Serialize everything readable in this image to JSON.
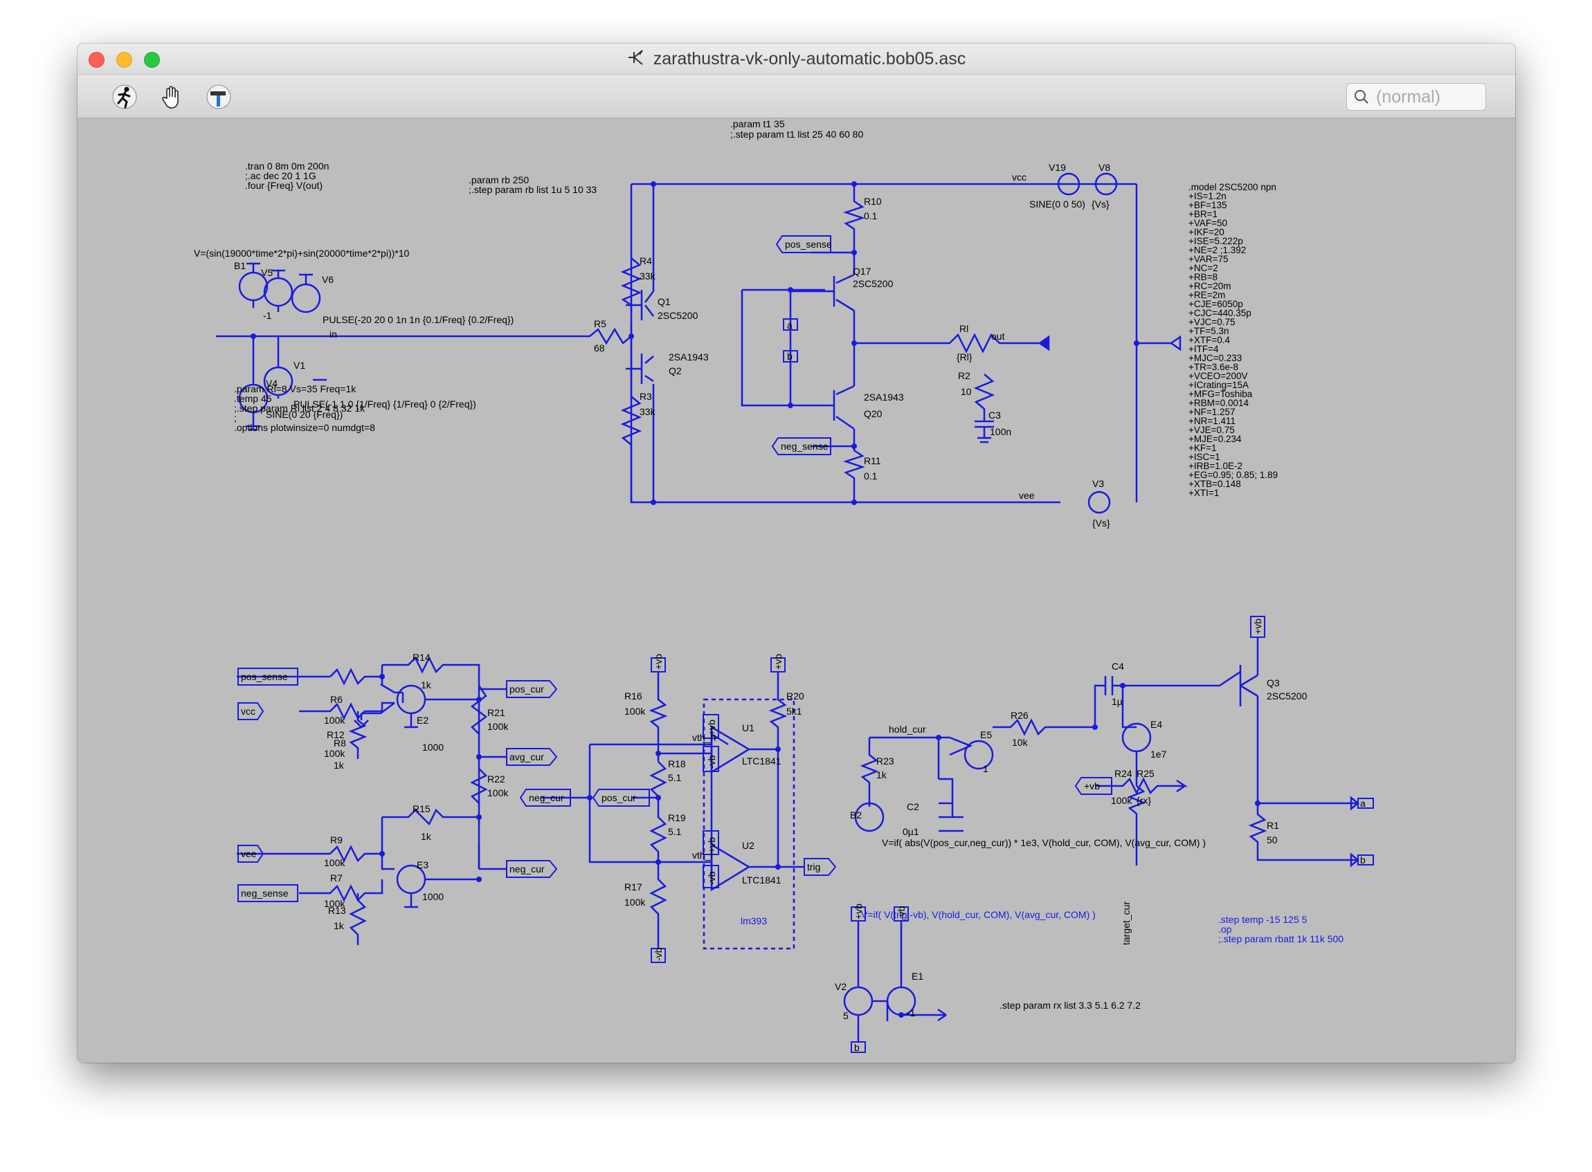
{
  "window": {
    "title": "zarathustra-vk-only-automatic.bob05.asc",
    "toolbar": {
      "tools": [
        "run-icon",
        "hand-pan-icon",
        "hammer-icon"
      ],
      "search_placeholder": "(normal)"
    }
  },
  "colors": {
    "wire": "#1a1adf",
    "text": "#000000",
    "background": "#bdbdbd"
  },
  "schematic": {
    "directives": {
      "param_t1": ".param t1 35",
      "step_t1": ";.step param t1 list 25 40 60 80",
      "tran": ".tran 0 8m 0m 200n",
      "ac": ";.ac dec 20 1 1G",
      "four": ".four {Freq} V(out)",
      "param_rb": ".param rb 250",
      "step_rb": ";.step param rb list 1u 5 10 33",
      "param_rl": ".param Rl=8 Vs=35 Freq=1k",
      "temp": ".temp 45",
      "step_rl": ";.step param Rl list 2 4 8 32 1k",
      "blank": ";",
      "options": ".options plotwinsize=0 numdgt=8",
      "step_rx": ".step param rx list 3.3 5.1 6.2 7.2",
      "step_temp": ".step temp -15 125 5",
      "op": ".op",
      "step_rbatt": ";.step param rbatt 1k 11k 500"
    },
    "model_lines": [
      ".model 2SC5200 npn",
      "+IS=1.2n",
      "+BF=135",
      "+BR=1",
      "+VAF=50",
      "+IKF=20",
      "+ISE=5.222p",
      "+NE=2 ;1.392",
      "+VAR=75",
      "+NC=2",
      "+RB=8",
      "+RC=20m",
      "+RE=2m",
      "+CJE=6050p",
      "+CJC=440.35p",
      "+VJC=0.75",
      "+TF=5.3n",
      "+XTF=0.4",
      "+ITF=4",
      "+MJC=0.233",
      "+TR=3.6e-8",
      "+VCEO=200V",
      "+ICrating=15A",
      "+MFG=Toshiba",
      "+RBM=0.0014",
      "+NF=1.257",
      "+NR=1.411",
      "+VJE=0.75",
      "+MJE=0.234",
      "+KF=1",
      "+ISC=1",
      "+IRB=1.0E-2",
      "+EG=0.95; 0.85; 1.89",
      "+XTB=0.148",
      "+XTI=1"
    ],
    "sources": {
      "b1_expr": "V=(sin(19000*time*2*pi)+sin(20000*time*2*pi))*10",
      "b1": "B1",
      "v5": "V5",
      "v6": "V6",
      "v5_val": "-1",
      "v6_pulse": "PULSE(-20 20 0 1n 1n {0.1/Freq} {0.2/Freq})",
      "v1": "V1",
      "v4": "V4",
      "v1_pulse": "PULSE(-1 1 0 {1/Freq} {1/Freq} 0 {2/Freq})",
      "v4_sine": "SINE(0 20 {Freq})",
      "v19": "V19",
      "v8": "V8",
      "v19_sine": "SINE(0 0 50)",
      "v8_val": "{Vs}",
      "v3": "V3",
      "v3_val": "{Vs}",
      "b2": "B2",
      "b2_expr": "V=if( abs(V(pos_cur,neg_cur)) * 1e3, V(hold_cur, COM), V(avg_cur, COM) )",
      "blue_expr": "V=if( V(trig,-vb), V(hold_cur, COM), V(avg_cur, COM) )",
      "v2": "V2",
      "v2_val": "5",
      "e1": "E1",
      "e1_val": "-1"
    },
    "net_labels": {
      "in": "in",
      "vcc": "vcc",
      "vee": "vee",
      "out": "out",
      "pos_sense": "pos_sense",
      "neg_sense": "neg_sense",
      "a": "a",
      "b": "b",
      "pos_cur": "pos_cur",
      "avg_cur": "avg_cur",
      "neg_cur": "neg_cur",
      "trig": "trig",
      "vb_pos": "+vb",
      "vb_neg": "-vb",
      "vth_h": "vth_h",
      "vth_l": "vth_l",
      "hold_cur": "hold_cur",
      "target_cur": "target_cur",
      "lm393": "lm393"
    },
    "parts": {
      "r4": "R4",
      "r4v": "33k",
      "r3": "R3",
      "r3v": "33k",
      "r5": "R5",
      "r5v": "68",
      "q1": "Q1",
      "q1m": "2SC5200",
      "q2": "Q2",
      "q2m": "2SA1943",
      "r10": "R10",
      "r10v": "0.1",
      "r11": "R11",
      "r11v": "0.1",
      "q17": "Q17",
      "q17m": "2SC5200",
      "q20": "Q20",
      "q20m": "2SA1943",
      "rl": "Rl",
      "rlv": "{Rl}",
      "r2": "R2",
      "r2v": "10",
      "c3": "C3",
      "c3v": "100n",
      "r14": "R14",
      "r14v": "1k",
      "r6": "R6",
      "r6v": "100k",
      "r12": "R12",
      "r12v": "100k",
      "r8": "R8",
      "r8v": "1k",
      "e2": "E2",
      "e2v": "1000",
      "r21": "R21",
      "r21v": "100k",
      "r22": "R22",
      "r22v": "100k",
      "r15": "R15",
      "r15v": "1k",
      "r9": "R9",
      "r9v": "100k",
      "r7": "R7",
      "r7v": "100k",
      "r13": "R13",
      "r13v": "1k",
      "e3": "E3",
      "e3v": "1000",
      "r16": "R16",
      "r16v": "100k",
      "r18": "R18",
      "r18v": "5.1",
      "r19": "R19",
      "r19v": "5.1",
      "r17": "R17",
      "r17v": "100k",
      "r20": "R20",
      "r20v": "5k1",
      "u1": "U1",
      "u1m": "LTC1841",
      "u2": "U2",
      "u2m": "LTC1841",
      "r23": "R23",
      "r23v": "1k",
      "c2": "C2",
      "c2v": "0µ1",
      "e5": "E5",
      "e5v": "1",
      "r26": "R26",
      "r26v": "10k",
      "c4": "C4",
      "c4v": "1µ",
      "e4": "E4",
      "e4v": "1e7",
      "r24": "R24",
      "r24v": "100k",
      "r25": "R25",
      "r25v": "{rx}",
      "q3": "Q3",
      "q3m": "2SC5200",
      "r1": "R1",
      "r1v": "50"
    }
  }
}
